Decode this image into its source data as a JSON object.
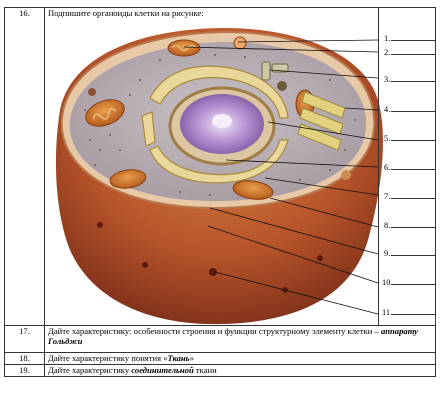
{
  "task16": {
    "number": "16.",
    "prompt": "Подпишите органоиды клетки на рисунке:",
    "labels": [
      "1.",
      "2.",
      "3.",
      "4.",
      "5.",
      "6.",
      "7.",
      "8.",
      "9.",
      "10.",
      "11."
    ]
  },
  "task17": {
    "number": "17.",
    "text_before": "Дайте характеристику: особенности строения и функции структурному элементу клетки – ",
    "term": "аппарату Гольджи"
  },
  "task18": {
    "number": "18.",
    "text_before": "Дайте характеристику понятия «",
    "term": "Ткань",
    "text_after": "»"
  },
  "task19": {
    "number": "19.",
    "text_before": "Дайте характеристику ",
    "term": "соединительной",
    "text_after": " ткани"
  }
}
